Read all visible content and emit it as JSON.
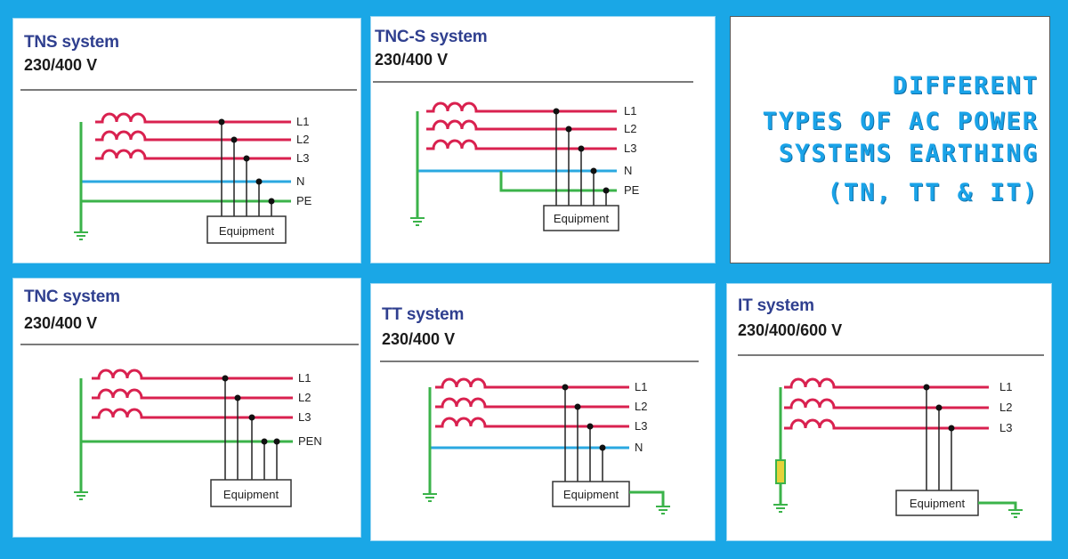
{
  "headline": {
    "line1": "DIFFERENT",
    "line2": "TYPES OF AC POWER",
    "line3": "SYSTEMS EARTHING",
    "line4": "(TN, TT & IT)"
  },
  "colors": {
    "background": "#1aa7e6",
    "phase": "#d9214f",
    "neutral": "#2aa8e0",
    "earth": "#3bb34a",
    "title": "#2f3f8f",
    "headline": "#1aa3e8",
    "resistor": "#e6d23a"
  },
  "panels": [
    {
      "id": "tns",
      "title": "TNS system",
      "voltage": "230/400 V",
      "lines": [
        "L1",
        "L2",
        "L3",
        "N",
        "PE"
      ],
      "equipment": "Equipment"
    },
    {
      "id": "tncs",
      "title": "TNC-S system",
      "voltage": "230/400 V",
      "lines": [
        "L1",
        "L2",
        "L3",
        "N",
        "PE"
      ],
      "equipment": "Equipment"
    },
    {
      "id": "tnc",
      "title": "TNC system",
      "voltage": "230/400 V",
      "lines": [
        "L1",
        "L2",
        "L3",
        "PEN"
      ],
      "equipment": "Equipment"
    },
    {
      "id": "tt",
      "title": "TT system",
      "voltage": "230/400 V",
      "lines": [
        "L1",
        "L2",
        "L3",
        "N"
      ],
      "equipment": "Equipment"
    },
    {
      "id": "it",
      "title": "IT system",
      "voltage": "230/400/600 V",
      "lines": [
        "L1",
        "L2",
        "L3"
      ],
      "equipment": "Equipment"
    }
  ]
}
